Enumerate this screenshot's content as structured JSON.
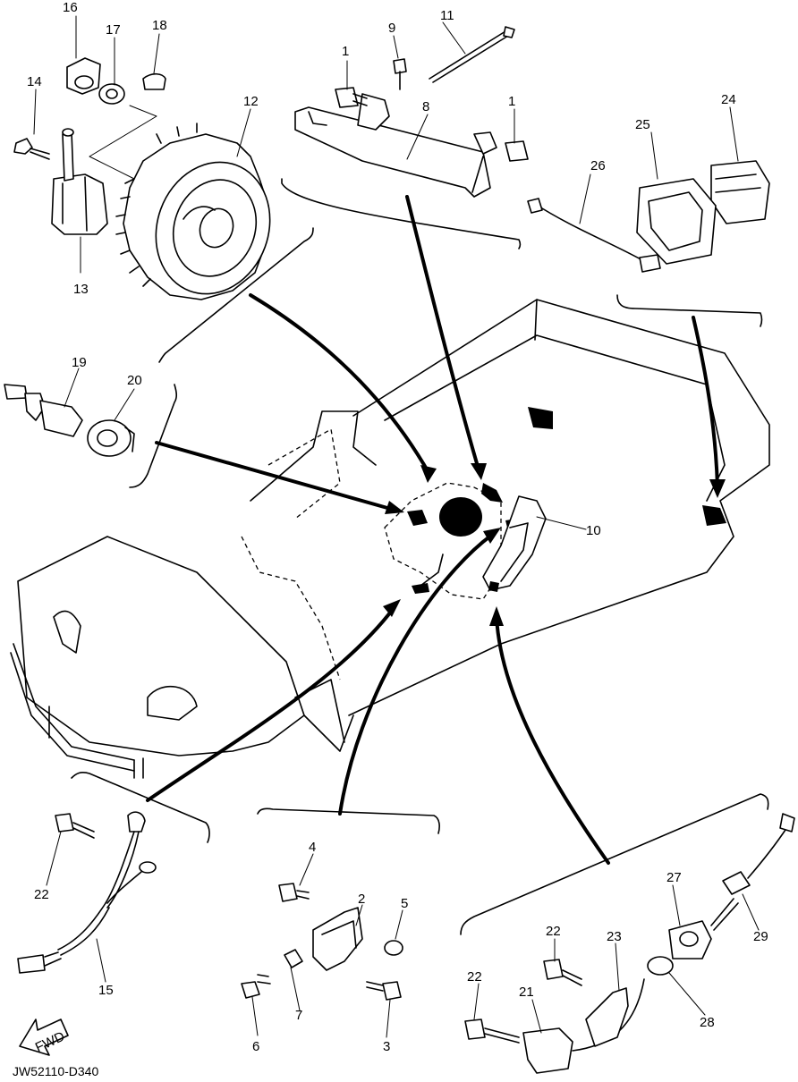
{
  "diagram": {
    "code": "JW52110-D340",
    "fwd_label": "FWD",
    "callouts": {
      "c1a": "1",
      "c1b": "1",
      "c2": "2",
      "c3": "3",
      "c4": "4",
      "c5": "5",
      "c6": "6",
      "c7": "7",
      "c8": "8",
      "c9": "9",
      "c10": "10",
      "c11": "11",
      "c12": "12",
      "c13": "13",
      "c14": "14",
      "c15": "15",
      "c16": "16",
      "c17": "17",
      "c18": "18",
      "c19": "19",
      "c20": "20",
      "c21": "21",
      "c22a": "22",
      "c22b": "22",
      "c22c": "22",
      "c23": "23",
      "c24": "24",
      "c25": "25",
      "c26": "26",
      "c27": "27",
      "c28": "28",
      "c29": "29"
    }
  }
}
